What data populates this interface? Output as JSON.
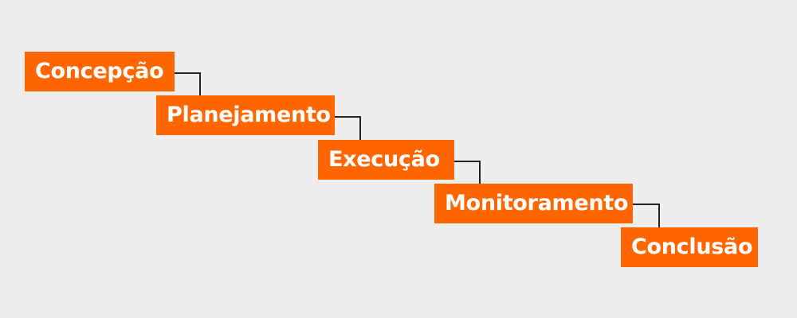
{
  "diagram": {
    "type": "waterfall-staircase",
    "background_color": "#eeeeee",
    "box_color": "#ff6600",
    "text_color": "#ffffff",
    "connector_color": "#222222",
    "stages": [
      {
        "label": "Concepção"
      },
      {
        "label": "Planejamento"
      },
      {
        "label": "Execução"
      },
      {
        "label": "Monitoramento"
      },
      {
        "label": "Conclusão"
      }
    ]
  }
}
